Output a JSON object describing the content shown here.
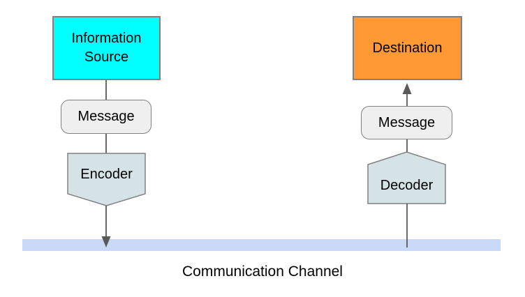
{
  "diagram": {
    "nodes": {
      "information_source": "Information Source",
      "message_left": "Message",
      "encoder": "Encoder",
      "destination": "Destination",
      "message_right": "Message",
      "decoder": "Decoder"
    },
    "channel_label": "Communication Channel"
  },
  "colors": {
    "source_fill": "#00ffff",
    "destination_fill": "#ff9933",
    "codec_fill": "#d6e3e6",
    "message_fill": "#efefef",
    "channel_fill": "#c9daf8",
    "shape_border": "#808080",
    "connector": "#595959",
    "text": "#000000",
    "background": "#ffffff"
  }
}
